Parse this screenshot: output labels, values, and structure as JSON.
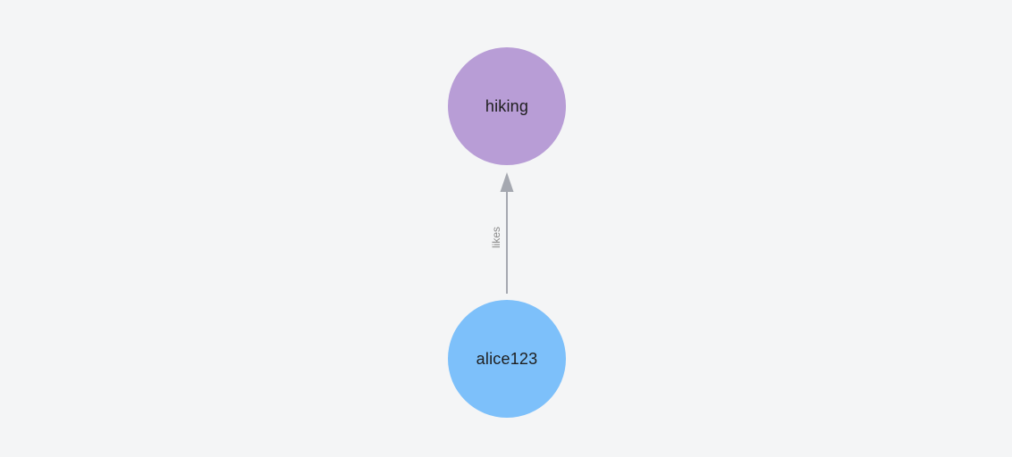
{
  "canvas": {
    "background": "#f4f5f6"
  },
  "graph": {
    "nodes": [
      {
        "id": "hiking",
        "label": "hiking",
        "color": "#b89dd6",
        "text_color": "#1e1e1e"
      },
      {
        "id": "alice123",
        "label": "alice123",
        "color": "#7dc0fa",
        "text_color": "#1e1e1e"
      }
    ],
    "edges": [
      {
        "from": "alice123",
        "to": "hiking",
        "label": "likes",
        "line_color": "#a5a8b0",
        "label_color": "#8c8c8c"
      }
    ]
  }
}
